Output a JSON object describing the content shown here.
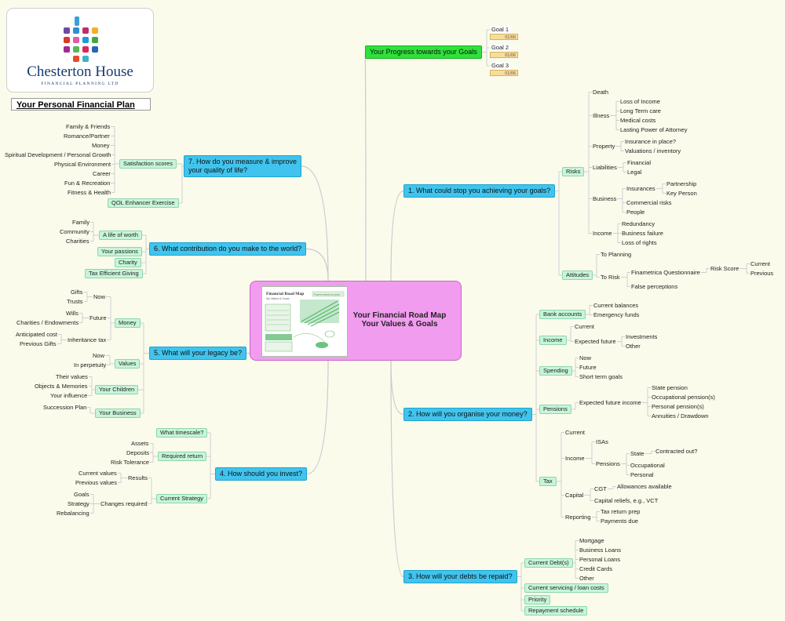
{
  "logo": {
    "name": "Chesterton House",
    "sub": "FINANCIAL PLANNING LTD"
  },
  "plan_title": "Your Personal Financial Plan",
  "center": {
    "line1": "Your Financial Road Map",
    "line2": "Your Values & Goals",
    "thumb_title": "Financial Road Map",
    "thumb_sub": "My Values & Goals",
    "thumb_note": "Progress towards your goals"
  },
  "progress": {
    "title": "Your Progress towards your Goals",
    "goals": [
      {
        "label": "Goal 1",
        "date": "01/06"
      },
      {
        "label": "Goal 2",
        "date": "01/06"
      },
      {
        "label": "Goal 3",
        "date": "01/06"
      }
    ]
  },
  "labels": {
    "m1": "1. What could stop you achieving your goals?",
    "m2": "2. How will you organise your money?",
    "m3": "3. How will your debts be repaid?",
    "m4": "4. How should you invest?",
    "m5": "5. What will your legacy be?",
    "m6": "6. What contribution do you make to the world?",
    "m7a": "7. How do you measure & improve",
    "m7b": "your quality of life?",
    "risks": "Risks",
    "death": "Death",
    "illness": "Illness",
    "loi": "Loss of Income",
    "ltc": "Long Term care",
    "medcost": "Medical costs",
    "lpa": "Lasting Power of Attorney",
    "property": "Property",
    "insplace": "Insurance in place?",
    "valinv": "Valuations / inventory",
    "liab": "Liabilities",
    "fin": "Financial",
    "legal": "Legal",
    "business": "Business",
    "insurances": "Insurances",
    "partnership": "Partnership",
    "keyperson": "Key Person",
    "commrisk": "Commercial risks",
    "people": "People",
    "income": "Income",
    "redund": "Redundancy",
    "busfail": "Business failure",
    "lossrights": "Loss of rights",
    "attitudes": "Attitudes",
    "toplan": "To Planning",
    "torisk": "To Risk",
    "finq": "Finametrica Questionnaire",
    "riskscore": "Risk Score",
    "current": "Current",
    "previous": "Previous",
    "falseperc": "False perceptions",
    "bank": "Bank accounts",
    "curbal": "Current balances",
    "emfunds": "Emergency funds",
    "income2": "Income",
    "current2": "Current",
    "expfut": "Expected future",
    "investments": "Investments",
    "other": "Other",
    "spending": "Spending",
    "now": "Now",
    "future": "Future",
    "stgoals": "Short term goals",
    "pensions": "Pensions",
    "expfutinc": "Expected future income",
    "statep": "State pension",
    "occp": "Occupational pension(s)",
    "persp": "Personal pension(s)",
    "annu": "Annuities / Drawdown",
    "tax": "Tax",
    "tcurrent": "Current",
    "tincome": "Income",
    "isas": "ISAs",
    "tpensions": "Pensions",
    "state": "State",
    "contracted": "Contracted out?",
    "occupational": "Occupational",
    "personal": "Personal",
    "capital": "Capital",
    "cgt": "CGT",
    "allow": "Allowances available",
    "caprelief": "Capital reliefs, e.g., VCT",
    "reporting": "Reporting",
    "taxprep": "Tax return prep",
    "paydue": "Payments due",
    "curdebts": "Current Debt(s)",
    "mortgage": "Mortgage",
    "busloans": "Business Loans",
    "persloans": "Personal Loans",
    "cards": "Credit Cards",
    "dother": "Other",
    "curserv": "Current servicing / loan costs",
    "priority": "Priority",
    "repay": "Repayment schedule",
    "timescale": "What timescale?",
    "reqret": "Required return",
    "assets": "Assets",
    "deposits": "Deposits",
    "risktol": "Risk Tolerance",
    "curstrat": "Current Strategy",
    "results": "Results",
    "curvals": "Current values",
    "prevvals": "Previous values",
    "changes": "Changes required",
    "goals": "Goals",
    "strategy": "Strategy",
    "rebal": "Rebalancing",
    "money": "Money",
    "lnow": "Now",
    "gifts": "Gifts",
    "trusts": "Trusts",
    "lfuture": "Future",
    "wills": "Wills",
    "charend": "Charities / Endowments",
    "inhtax": "Inheritance tax",
    "anticost": "Anticipated cost",
    "prevgifts": "Previous Gifts",
    "values": "Values",
    "vnow": "Now",
    "perp": "In perpetuity",
    "children": "Your Children",
    "theirvals": "Their values",
    "objmem": "Objects & Memories",
    "yourinfl": "Your influence",
    "yourbus": "Your Business",
    "succ": "Succession Plan",
    "alife": "A life of worth",
    "family": "Family",
    "community": "Community",
    "charities": "Charities",
    "passions": "Your passions",
    "charity": "Charity",
    "taxgiving": "Tax Efficient Giving",
    "satis": "Satisfaction scores",
    "famfr": "Family & Friends",
    "romance": "Romance/Partner",
    "smoney": "Money",
    "spirit": "Spiritual Development / Personal Growth",
    "physenv": "Physical Environment",
    "career": "Career",
    "fun": "Fun & Recreation",
    "fitness": "Fitness & Health",
    "qol": "QOL Enhancer Exercise"
  },
  "colors": {
    "link": "#c7cbd3",
    "main": "#40c4ee",
    "mid": "#c6f5da",
    "center": "#f29cf0",
    "progress": "#2ee23a"
  }
}
